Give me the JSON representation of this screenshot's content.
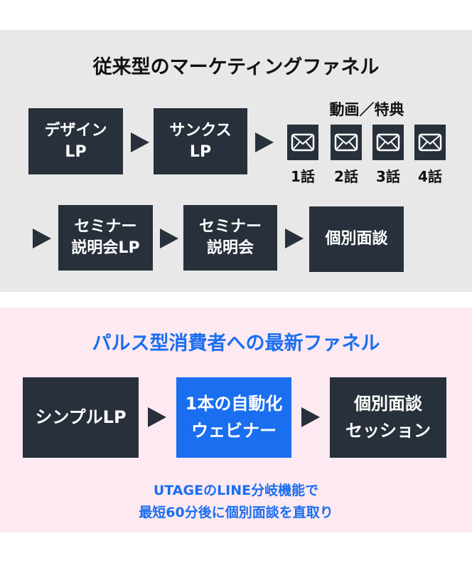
{
  "traditional": {
    "title": "従来型のマーケティングファネル",
    "steps": [
      {
        "l1": "デザイン",
        "l2": "LP"
      },
      {
        "l1": "サンクス",
        "l2": "LP"
      },
      {
        "l1": "セミナー",
        "l2": "説明会LP"
      },
      {
        "l1": "セミナー",
        "l2": "説明会"
      },
      {
        "l1": "個別面談",
        "l2": ""
      }
    ],
    "video_title": "動画／特典",
    "episodes": [
      "1話",
      "2話",
      "3話",
      "4話"
    ]
  },
  "pulse": {
    "title": "パルス型消費者への最新ファネル",
    "steps": [
      {
        "l1": "シンプルLP",
        "l2": ""
      },
      {
        "l1": "1本の自動化",
        "l2": "ウェビナー"
      },
      {
        "l1": "個別面談",
        "l2": "セッション"
      }
    ],
    "note1": "UTAGEのLINE分岐機能で",
    "note2": "最短60分後に個別面談を直取り"
  },
  "colors": {
    "dark": "#27303b",
    "blue": "#1a6ef0",
    "gray_bg": "#e8e8e8",
    "pink_bg": "#fde9f1"
  }
}
